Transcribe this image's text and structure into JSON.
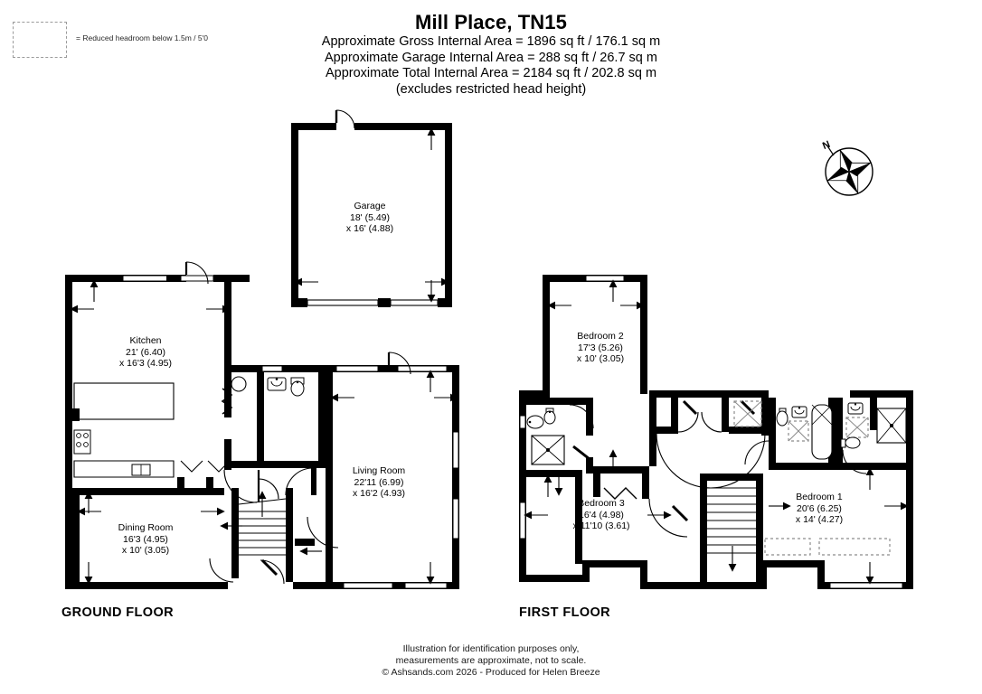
{
  "header": {
    "title": "Mill Place, TN15",
    "area_lines": [
      "Approximate Gross Internal Area = 1896 sq ft / 176.1 sq m",
      "Approximate Garage Internal Area = 288 sq ft / 26.7 sq m",
      "Approximate Total Internal Area = 2184 sq ft / 202.8 sq m",
      "(excludes restricted head height)"
    ]
  },
  "legend": {
    "swatch_style": "dashed-rectangle",
    "text": "= Reduced headroom below 1.5m / 5'0"
  },
  "compass": {
    "north_label": "N"
  },
  "floors": [
    {
      "id": "ground",
      "label": "GROUND FLOOR",
      "rooms": [
        {
          "id": "kitchen",
          "name": "Kitchen",
          "dim1": "21' (6.40)",
          "dim2": "x 16'3 (4.95)"
        },
        {
          "id": "dining",
          "name": "Dining Room",
          "dim1": "16'3 (4.95)",
          "dim2": "x 10' (3.05)"
        },
        {
          "id": "living",
          "name": "Living Room",
          "dim1": "22'11 (6.99)",
          "dim2": "x 16'2 (4.93)"
        }
      ]
    },
    {
      "id": "first",
      "label": "FIRST FLOOR",
      "rooms": [
        {
          "id": "bed2",
          "name": "Bedroom 2",
          "dim1": "17'3 (5.26)",
          "dim2": "x 10' (3.05)"
        },
        {
          "id": "bed3",
          "name": "Bedroom 3",
          "dim1": "16'4 (4.98)",
          "dim2": "x 11'10 (3.61)"
        },
        {
          "id": "bed1",
          "name": "Bedroom 1",
          "dim1": "20'6 (6.25)",
          "dim2": "x 14' (4.27)"
        }
      ]
    },
    {
      "id": "garage",
      "label": "",
      "rooms": [
        {
          "id": "garage",
          "name": "Garage",
          "dim1": "18' (5.49)",
          "dim2": "x 16' (4.88)"
        }
      ]
    }
  ],
  "footer": [
    "Illustration for identification purposes only,",
    "measurements are approximate, not to scale.",
    "© Ashsands.com 2026 - Produced for Helen Breeze"
  ],
  "colors": {
    "wall": "#000000",
    "background": "#ffffff",
    "fixture_line": "#000000",
    "headroom_dash": "#8c8c8c"
  }
}
